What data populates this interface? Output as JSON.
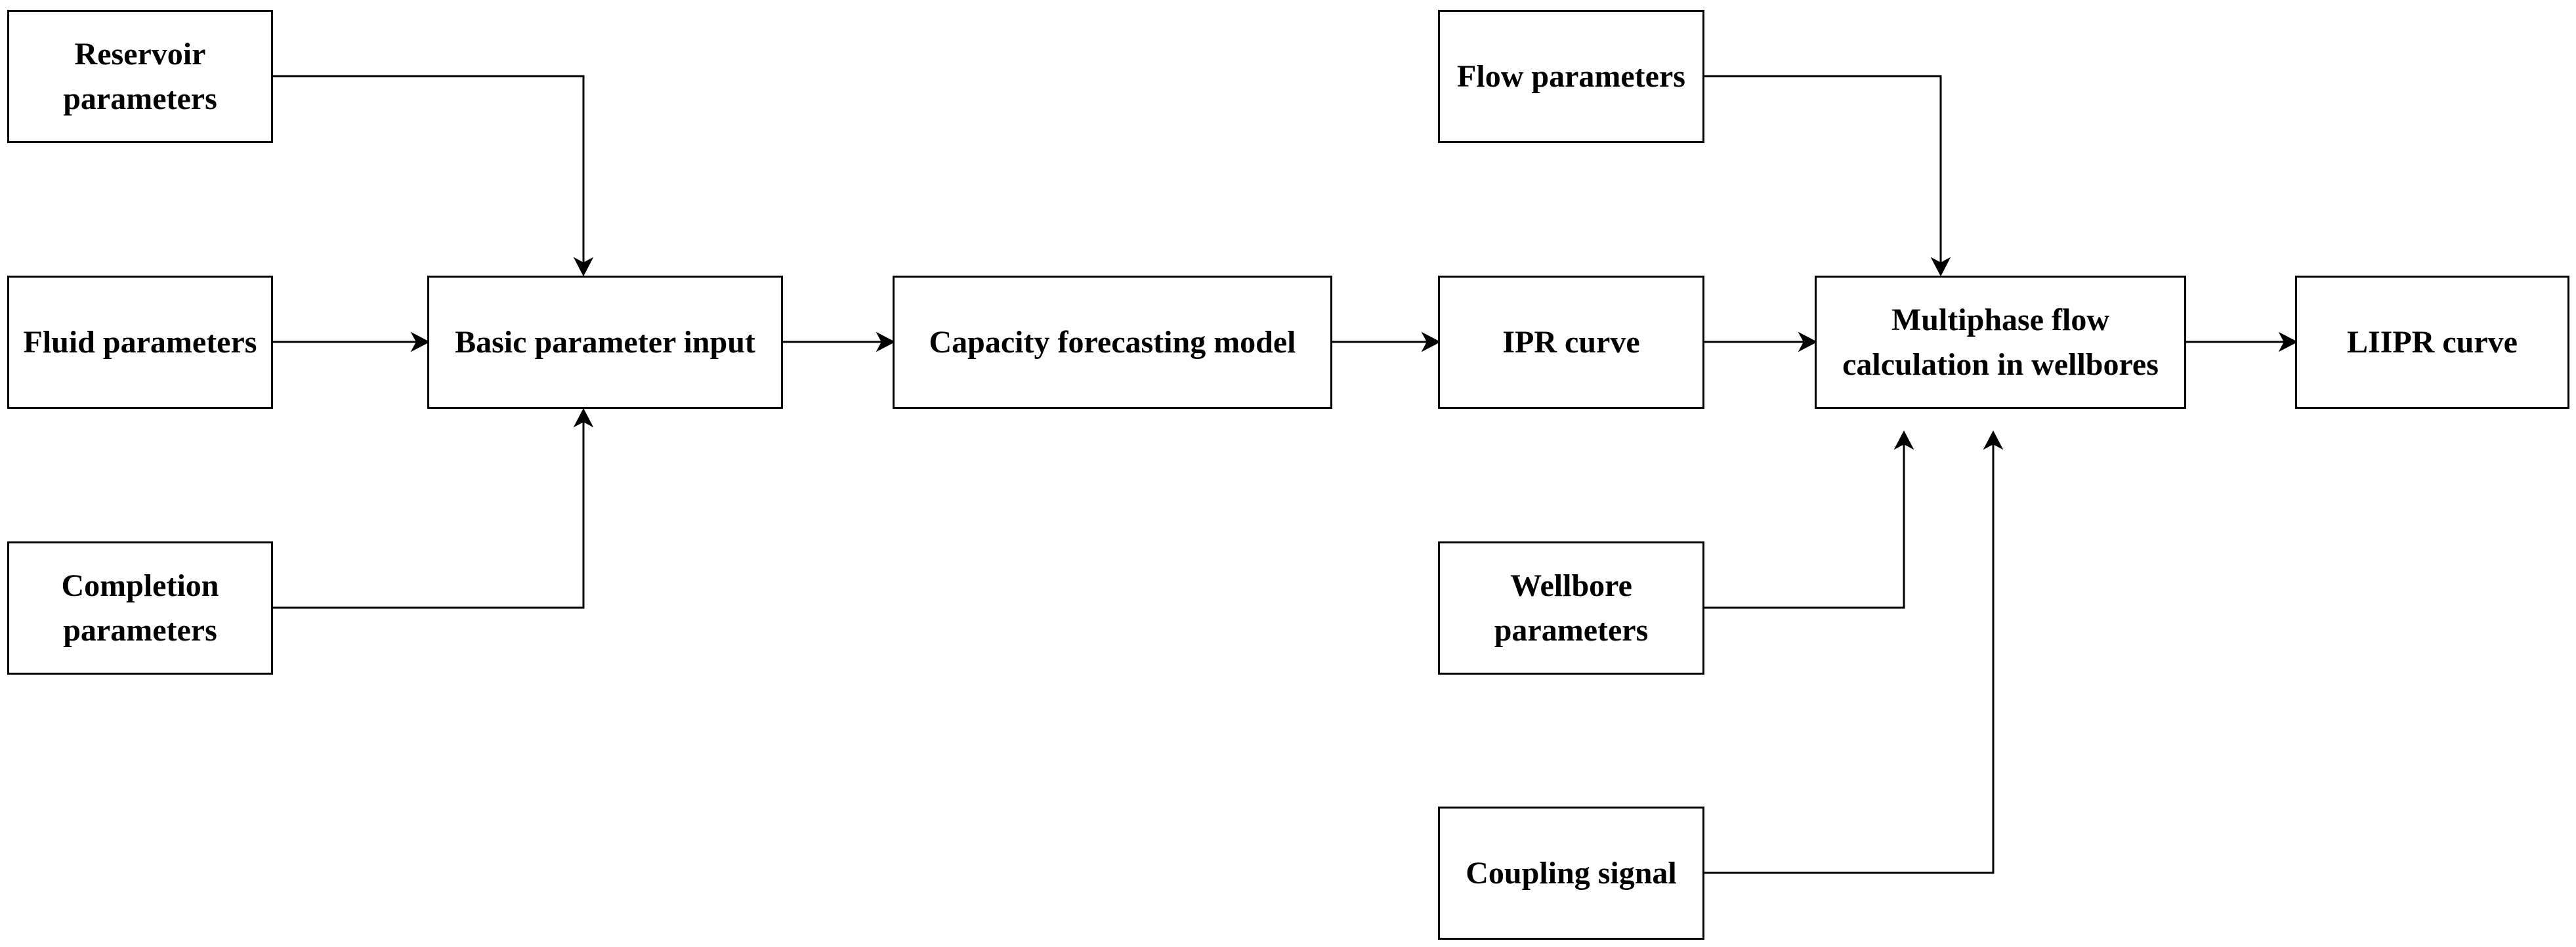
{
  "colors": {
    "stroke": "#000000",
    "background": "#ffffff",
    "text": "#000000"
  },
  "nodes": {
    "reservoir_parameters": "Reservoir parameters",
    "fluid_parameters": "Fluid parameters",
    "completion_parameters": "Completion parameters",
    "basic_parameter_input": "Basic parameter input",
    "capacity_forecasting_model": "Capacity forecasting model",
    "ipr_curve": "IPR curve",
    "flow_parameters": "Flow parameters",
    "multiphase_flow_calculation": "Multiphase flow calculation in wellbores",
    "liipr_curve": "LIIPR curve",
    "wellbore_parameters": "Wellbore parameters",
    "coupling_signal": "Coupling signal"
  }
}
